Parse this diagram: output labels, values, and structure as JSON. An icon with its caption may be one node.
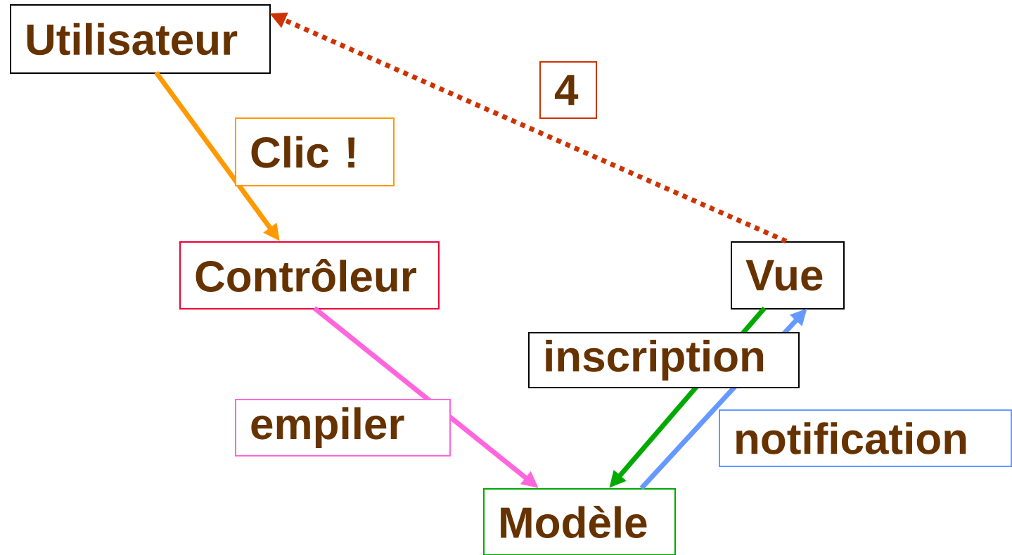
{
  "diagram": {
    "nodes": [
      {
        "text": [
          "Utilisateur"
        ]
      },
      {
        "text": [
          "Contrôleur"
        ]
      },
      {
        "text": [
          "Vue"
        ]
      },
      {
        "text": [
          "Modèle"
        ]
      }
    ],
    "edges": [
      {
        "from": 0,
        "to": 1,
        "arrow": "to",
        "label": "Clic !",
        "color": "#ff9900"
      },
      {
        "from": 2,
        "to": 0,
        "arrow": "to",
        "label": "4",
        "style": "dashed",
        "color": "#cc3300"
      },
      {
        "from": 1,
        "to": 3,
        "arrow": "to",
        "label": "empiler",
        "color": "#ff66dd"
      },
      {
        "from": 2,
        "to": 3,
        "arrow": "to",
        "label": "inscription",
        "color": "#00aa00"
      },
      {
        "from": 3,
        "to": 2,
        "arrow": "to",
        "label": "notification",
        "color": "#6699ff"
      }
    ]
  }
}
